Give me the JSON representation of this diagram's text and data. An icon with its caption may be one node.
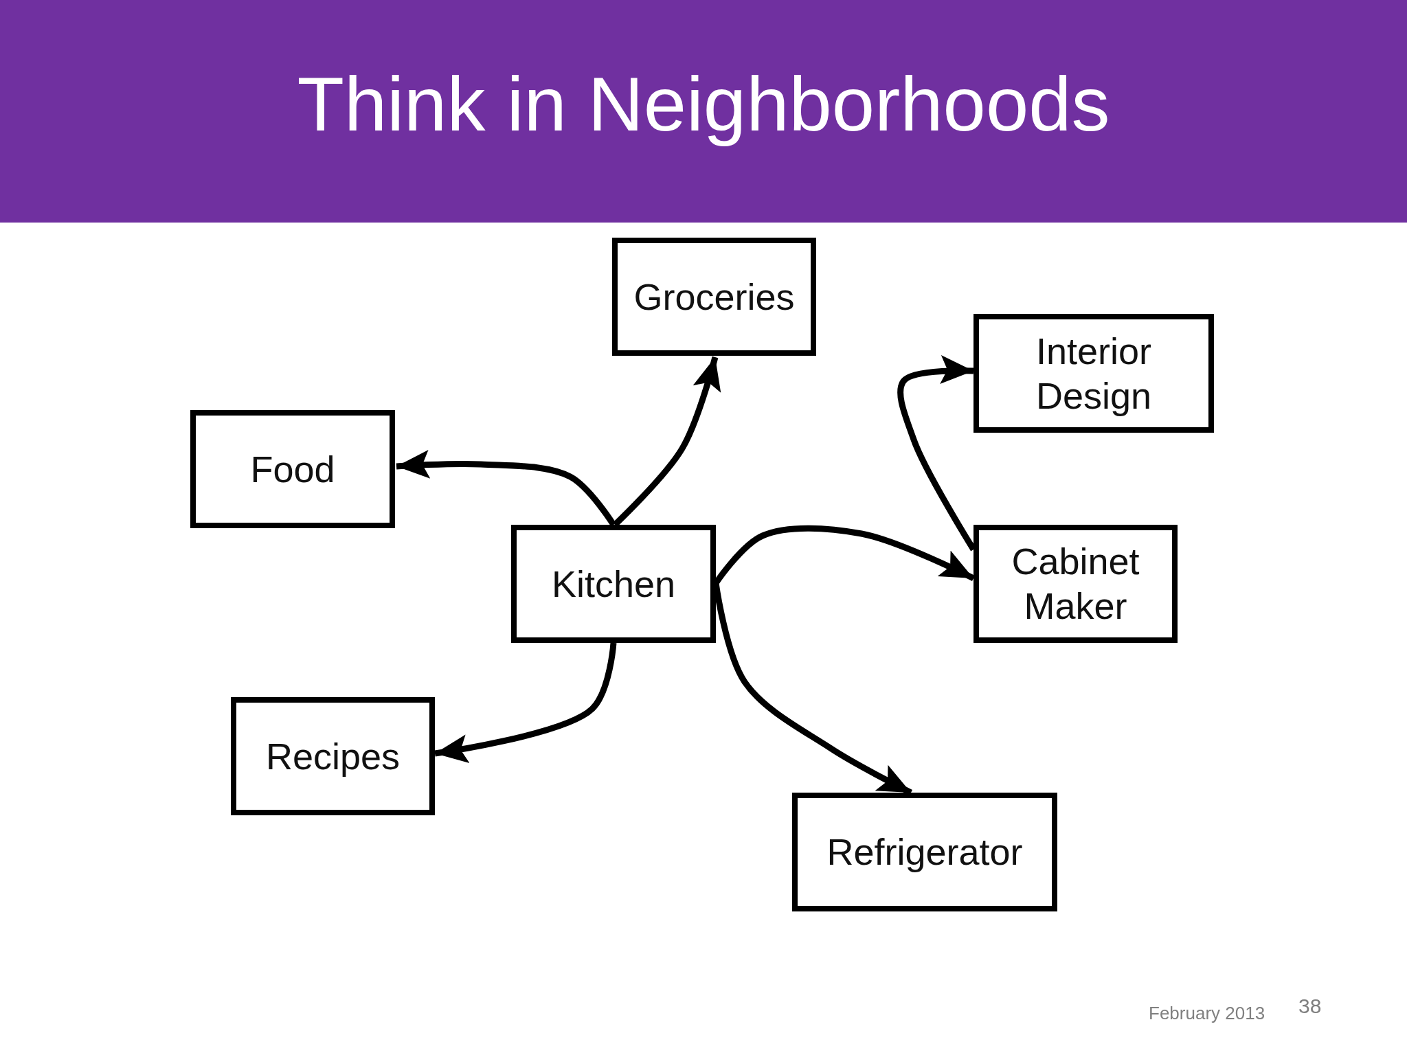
{
  "diagram": {
    "title": "Think in Neighborhoods",
    "nodes": [
      {
        "text": [
          "Groceries"
        ]
      },
      {
        "text": [
          "Interior Design"
        ]
      },
      {
        "text": [
          "Food"
        ]
      },
      {
        "text": [
          "Kitchen"
        ]
      },
      {
        "text": [
          "Cabinet Maker"
        ]
      },
      {
        "text": [
          "Recipes"
        ]
      },
      {
        "text": [
          "Refrigerator"
        ]
      }
    ],
    "edges": [
      {
        "from": 3,
        "to": 2,
        "arrow": "to"
      },
      {
        "from": 3,
        "to": 0,
        "arrow": "to"
      },
      {
        "from": 3,
        "to": 5,
        "arrow": "to"
      },
      {
        "from": 3,
        "to": 4,
        "arrow": "to"
      },
      {
        "from": 3,
        "to": 6,
        "arrow": "to"
      },
      {
        "from": 4,
        "to": 1,
        "arrow": "to"
      }
    ],
    "labels": [
      "February 2013",
      "38"
    ]
  }
}
